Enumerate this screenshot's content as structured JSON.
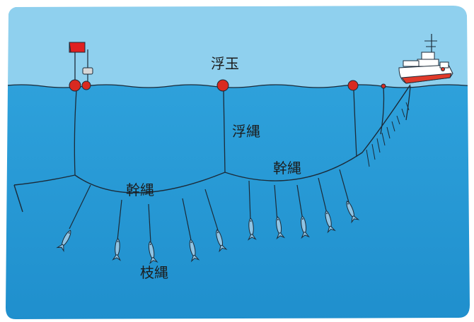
{
  "labels": {
    "float": "浮玉",
    "float_line": "浮縄",
    "main_line_left": "幹縄",
    "main_line_right": "幹縄",
    "branch_line": "枝縄"
  },
  "colors": {
    "sky": "#8fd0ee",
    "sea": "#2ea1db",
    "sea_deep": "#1f8fcd",
    "line": "#1b2a38",
    "buoy": "#d92a20",
    "flag": "#e02020",
    "fish": "#8fc4e4",
    "ship_hull": "#ffffff",
    "ship_stripe": "#e03a2a"
  },
  "icons": {
    "flag": "flag-icon",
    "buoy": "buoy-icon",
    "ship": "ship-icon",
    "fish": "fish-icon"
  }
}
